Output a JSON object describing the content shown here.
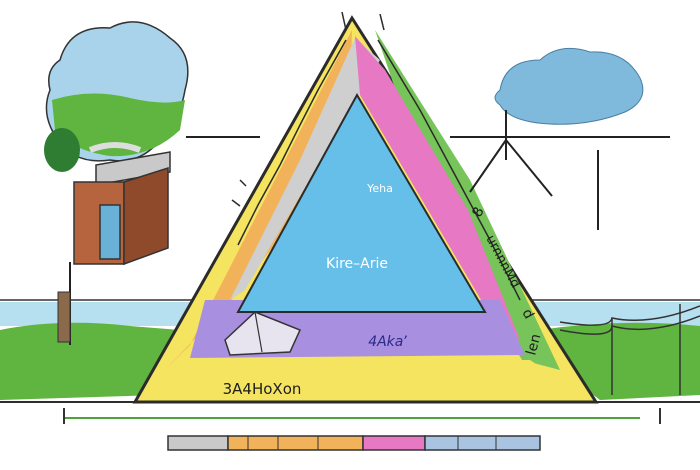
{
  "diagram": {
    "labels": {
      "apex": "Yeha",
      "center": "Kire–Arie",
      "purple_band": "4Akaʼ",
      "base_band": "3A4HoХon",
      "right_side_top": "8",
      "right_side_mid": "urnnnMd",
      "right_side_low": "d",
      "right_side_bottom": "len"
    },
    "colors": {
      "inner_blue": "#66bfe8",
      "purple": "#a98fe0",
      "pink": "#e778c3",
      "green": "#77c45a",
      "orange": "#f2b25a",
      "yellow": "#f5e460",
      "grass": "#5fb53f",
      "sea": "#b6dff0",
      "brick": "#b5643e"
    },
    "icons": [
      "tree-cloud-island",
      "brick-house",
      "cloud",
      "wind-turbine",
      "tent",
      "ruler-bar",
      "power-lines"
    ]
  }
}
